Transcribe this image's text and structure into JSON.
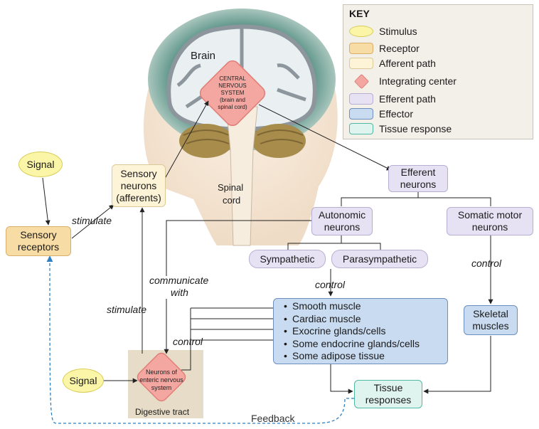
{
  "key": {
    "title": "KEY",
    "items": [
      {
        "label": "Stimulus",
        "color": "#fbf5a8"
      },
      {
        "label": "Receptor",
        "color": "#f8dca5"
      },
      {
        "label": "Afferent path",
        "color": "#fdf3d6"
      },
      {
        "label": "Integrating center",
        "color": "#f4a7a0"
      },
      {
        "label": "Efferent path",
        "color": "#e7e2f3"
      },
      {
        "label": "Effector",
        "color": "#c9dbf1"
      },
      {
        "label": "Tissue response",
        "color": "#dff4ee"
      }
    ]
  },
  "head": {
    "brain_label": "Brain",
    "spinal_label_1": "Spinal",
    "spinal_label_2": "cord"
  },
  "cns": {
    "line1": "CENTRAL",
    "line2": "NERVOUS",
    "line3": "SYSTEM",
    "line4": "(brain and",
    "line5": "spinal cord)"
  },
  "nodes": {
    "signal_top": "Signal",
    "signal_bottom": "Signal",
    "sensory_receptors_1": "Sensory",
    "sensory_receptors_2": "receptors",
    "sensory_neurons_1": "Sensory",
    "sensory_neurons_2": "neurons",
    "sensory_neurons_3": "(afferents)",
    "efferent_neurons_1": "Efferent",
    "efferent_neurons_2": "neurons",
    "autonomic_1": "Autonomic",
    "autonomic_2": "neurons",
    "somatic_1": "Somatic motor",
    "somatic_2": "neurons",
    "sympathetic": "Sympathetic",
    "parasympathetic": "Parasympathetic",
    "skeletal_1": "Skeletal",
    "skeletal_2": "muscles",
    "tissue_1": "Tissue",
    "tissue_2": "responses",
    "enteric_1": "Neurons of",
    "enteric_2": "enteric nervous",
    "enteric_3": "system",
    "digestive_tract": "Digestive tract"
  },
  "effectors": [
    "Smooth muscle",
    "Cardiac muscle",
    "Exocrine glands/cells",
    "Some endocrine glands/cells",
    "Some adipose tissue"
  ],
  "labels": {
    "stimulate_upper": "stimulate",
    "stimulate_lower": "stimulate",
    "communicate_1": "communicate",
    "communicate_2": "with",
    "control_autonomic": "control",
    "control_somatic": "control",
    "control_enteric": "control",
    "feedback": "Feedback"
  }
}
